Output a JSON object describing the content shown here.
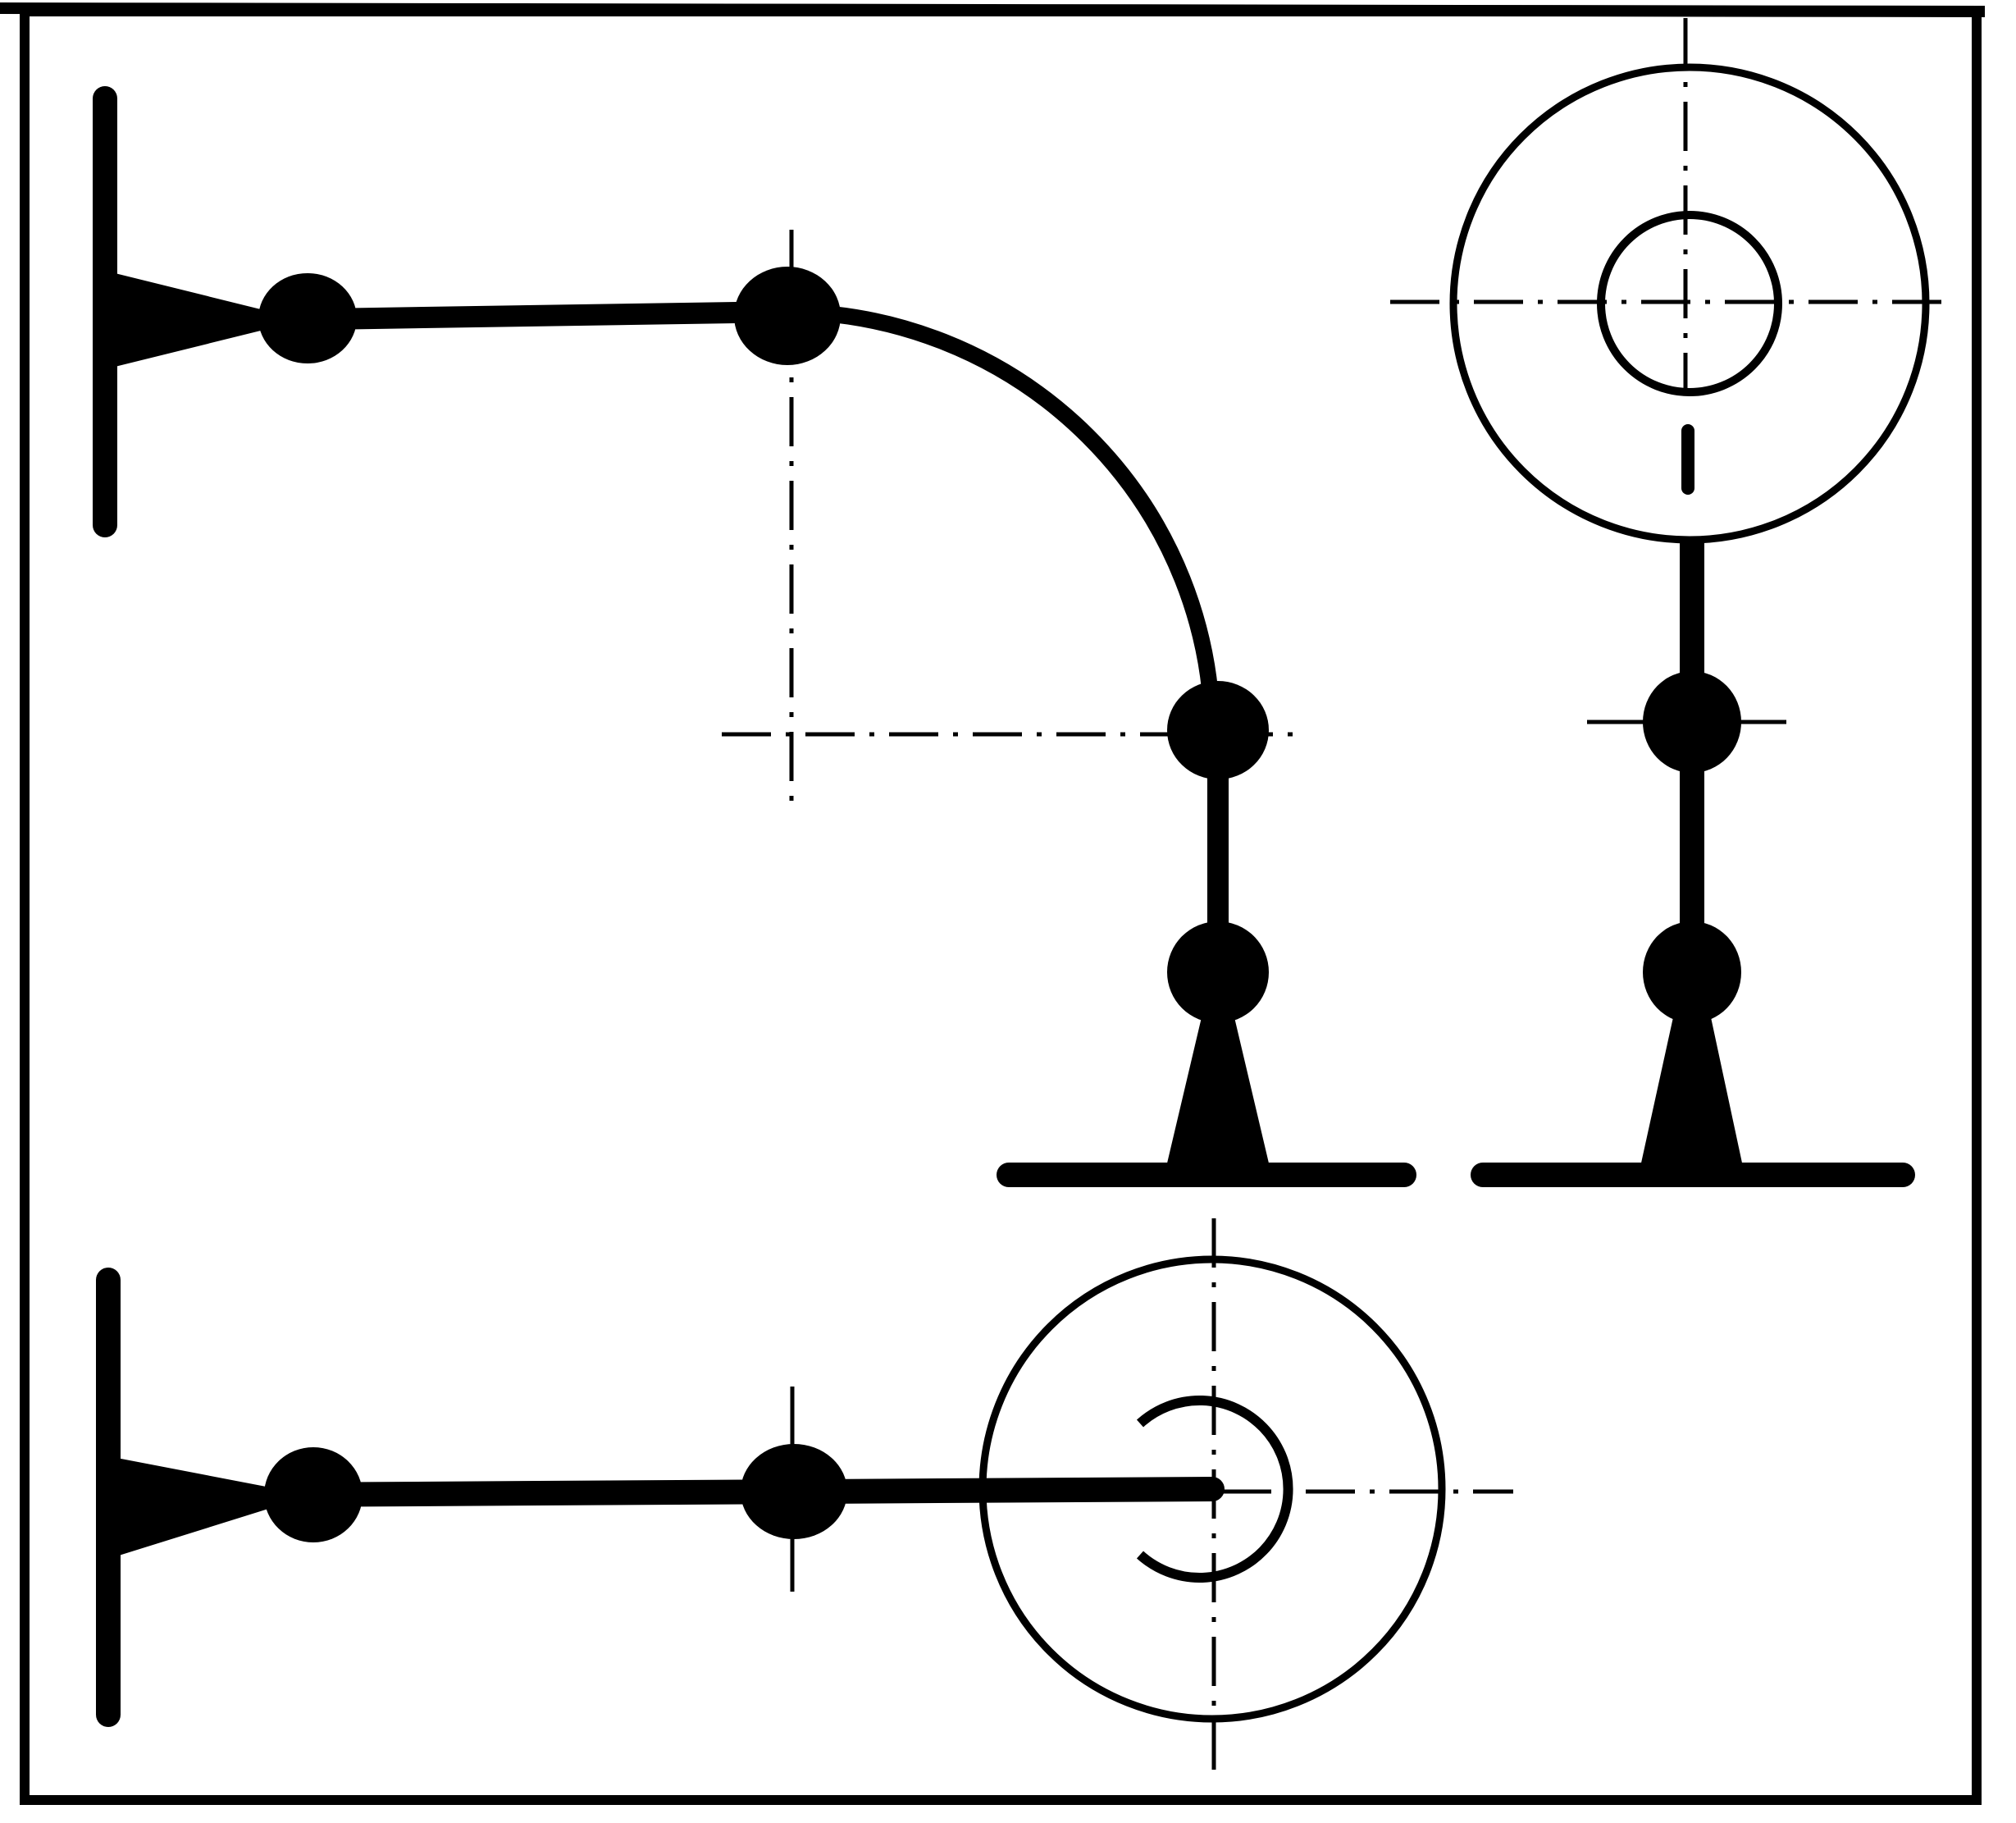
{
  "diagram": {
    "style": {
      "ink": "#000000",
      "paper": "#ffffff"
    },
    "views": [
      {
        "name": "elevation-bent-pipe",
        "features": [
          "wall-bracket",
          "weld-joint",
          "weld-joint",
          "bend-90-degrees",
          "weld-joint",
          "weld-joint",
          "floor-bracket"
        ]
      },
      {
        "name": "side-view-riser",
        "features": [
          "pipe-end-circle",
          "weld-joint",
          "weld-joint",
          "floor-bracket"
        ]
      },
      {
        "name": "plan-view-horizontal-run",
        "features": [
          "wall-bracket",
          "weld-joint",
          "weld-joint",
          "turn-down-symbol"
        ]
      }
    ]
  }
}
